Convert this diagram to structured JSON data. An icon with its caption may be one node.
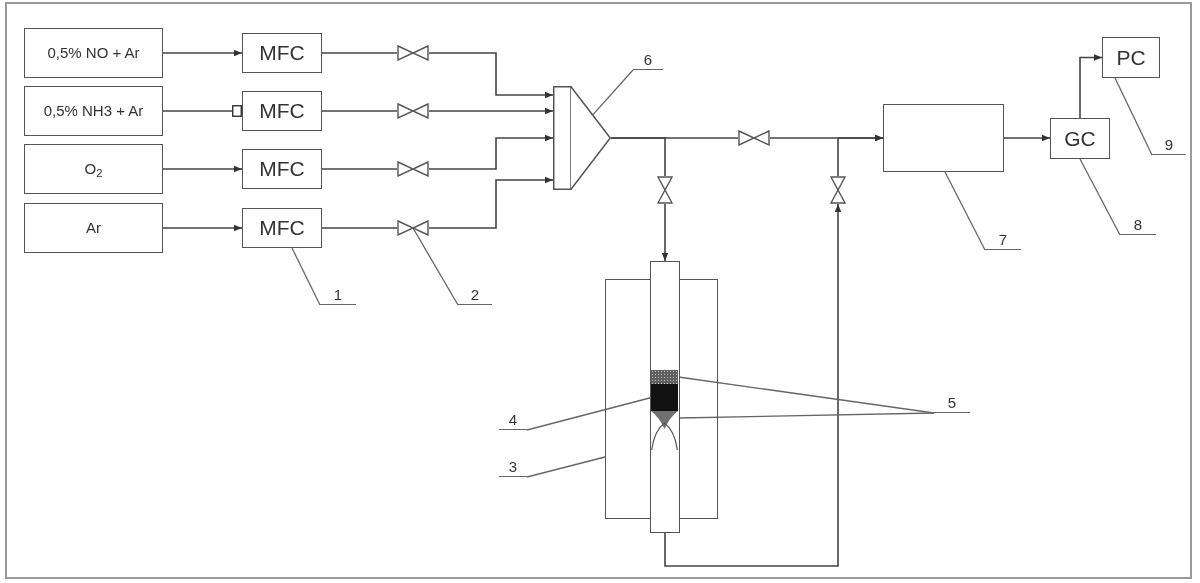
{
  "diagram": {
    "nodes": [
      {
        "text": [
          "0,5% NO + Ar"
        ]
      },
      {
        "text": [
          "0,5% NH3 + Ar"
        ]
      },
      {
        "text": [
          "O$_{2}$"
        ]
      },
      {
        "text": [
          "Ar"
        ]
      },
      {
        "text": [
          "MFC"
        ]
      },
      {
        "text": [
          "MFC"
        ]
      },
      {
        "text": [
          "MFC"
        ]
      },
      {
        "text": [
          "MFC"
        ]
      },
      {
        "text": [],
        "shape": "valve"
      },
      {
        "text": [],
        "shape": "valve"
      },
      {
        "text": [],
        "shape": "valve"
      },
      {
        "text": [],
        "shape": "valve"
      },
      {
        "text": [],
        "shape": "triangle"
      },
      {
        "text": [],
        "shape": "valve"
      },
      {
        "text": [],
        "shape": "valve"
      },
      {
        "text": [],
        "shape": "valve"
      },
      {
        "text": [],
        "shape": "box"
      },
      {
        "text": [],
        "shape": "box"
      },
      {
        "text": [],
        "shape": "box",
        "in": 17
      },
      {
        "text": [],
        "shape": "box",
        "in": 17
      },
      {
        "text": [],
        "shape": "funnel",
        "in": 17
      },
      {
        "text": [],
        "shape": "box"
      },
      {
        "text": [
          "GC"
        ]
      },
      {
        "text": [
          "PC"
        ]
      },
      {
        "text": [
          "1"
        ]
      },
      {
        "text": [
          "2"
        ]
      },
      {
        "text": [
          "3"
        ]
      },
      {
        "text": [
          "4"
        ]
      },
      {
        "text": [
          "5"
        ]
      },
      {
        "text": [
          "6"
        ]
      },
      {
        "text": [
          "7"
        ]
      },
      {
        "text": [
          "8"
        ]
      },
      {
        "text": [
          "9"
        ]
      }
    ],
    "edges": [
      {
        "from": 0,
        "to": 4,
        "arrow": "to"
      },
      {
        "from": 1,
        "to": 5,
        "arrow": "other"
      },
      {
        "from": 2,
        "to": 6,
        "arrow": "to"
      },
      {
        "from": 3,
        "to": 7,
        "arrow": "to"
      },
      {
        "from": 4,
        "to": 8,
        "arrow": "none"
      },
      {
        "from": 5,
        "to": 9,
        "arrow": "none"
      },
      {
        "from": 6,
        "to": 10,
        "arrow": "none"
      },
      {
        "from": 7,
        "to": 11,
        "arrow": "none"
      },
      {
        "from": 8,
        "to": 12,
        "arrow": "to"
      },
      {
        "from": 9,
        "to": 12,
        "arrow": "to"
      },
      {
        "from": 10,
        "to": 12,
        "arrow": "to"
      },
      {
        "from": 11,
        "to": 12,
        "arrow": "to"
      },
      {
        "from": 12,
        "to": 13,
        "arrow": "none"
      },
      {
        "from": 12,
        "to": 14,
        "arrow": "none"
      },
      {
        "from": 14,
        "to": 17,
        "arrow": "to"
      },
      {
        "from": 17,
        "to": 15,
        "arrow": "to"
      },
      {
        "from": 13,
        "to": 21,
        "arrow": "to"
      },
      {
        "from": 15,
        "to": 21,
        "arrow": "to"
      },
      {
        "from": 21,
        "to": 22,
        "arrow": "to"
      },
      {
        "from": 22,
        "to": 23,
        "arrow": "to"
      },
      {
        "from": 24,
        "to": 7,
        "arrow": "none"
      },
      {
        "from": 25,
        "to": 11,
        "arrow": "none"
      },
      {
        "from": 26,
        "to": 16,
        "arrow": "none"
      },
      {
        "from": 27,
        "to": 19,
        "arrow": "none"
      },
      {
        "from": 28,
        "to": 18,
        "arrow": "none"
      },
      {
        "from": 28,
        "to": 20,
        "arrow": "none"
      },
      {
        "from": 29,
        "to": 12,
        "arrow": "none"
      },
      {
        "from": 30,
        "to": 21,
        "arrow": "none"
      },
      {
        "from": 31,
        "to": 22,
        "arrow": "none"
      },
      {
        "from": 32,
        "to": 23,
        "arrow": "none"
      }
    ]
  }
}
